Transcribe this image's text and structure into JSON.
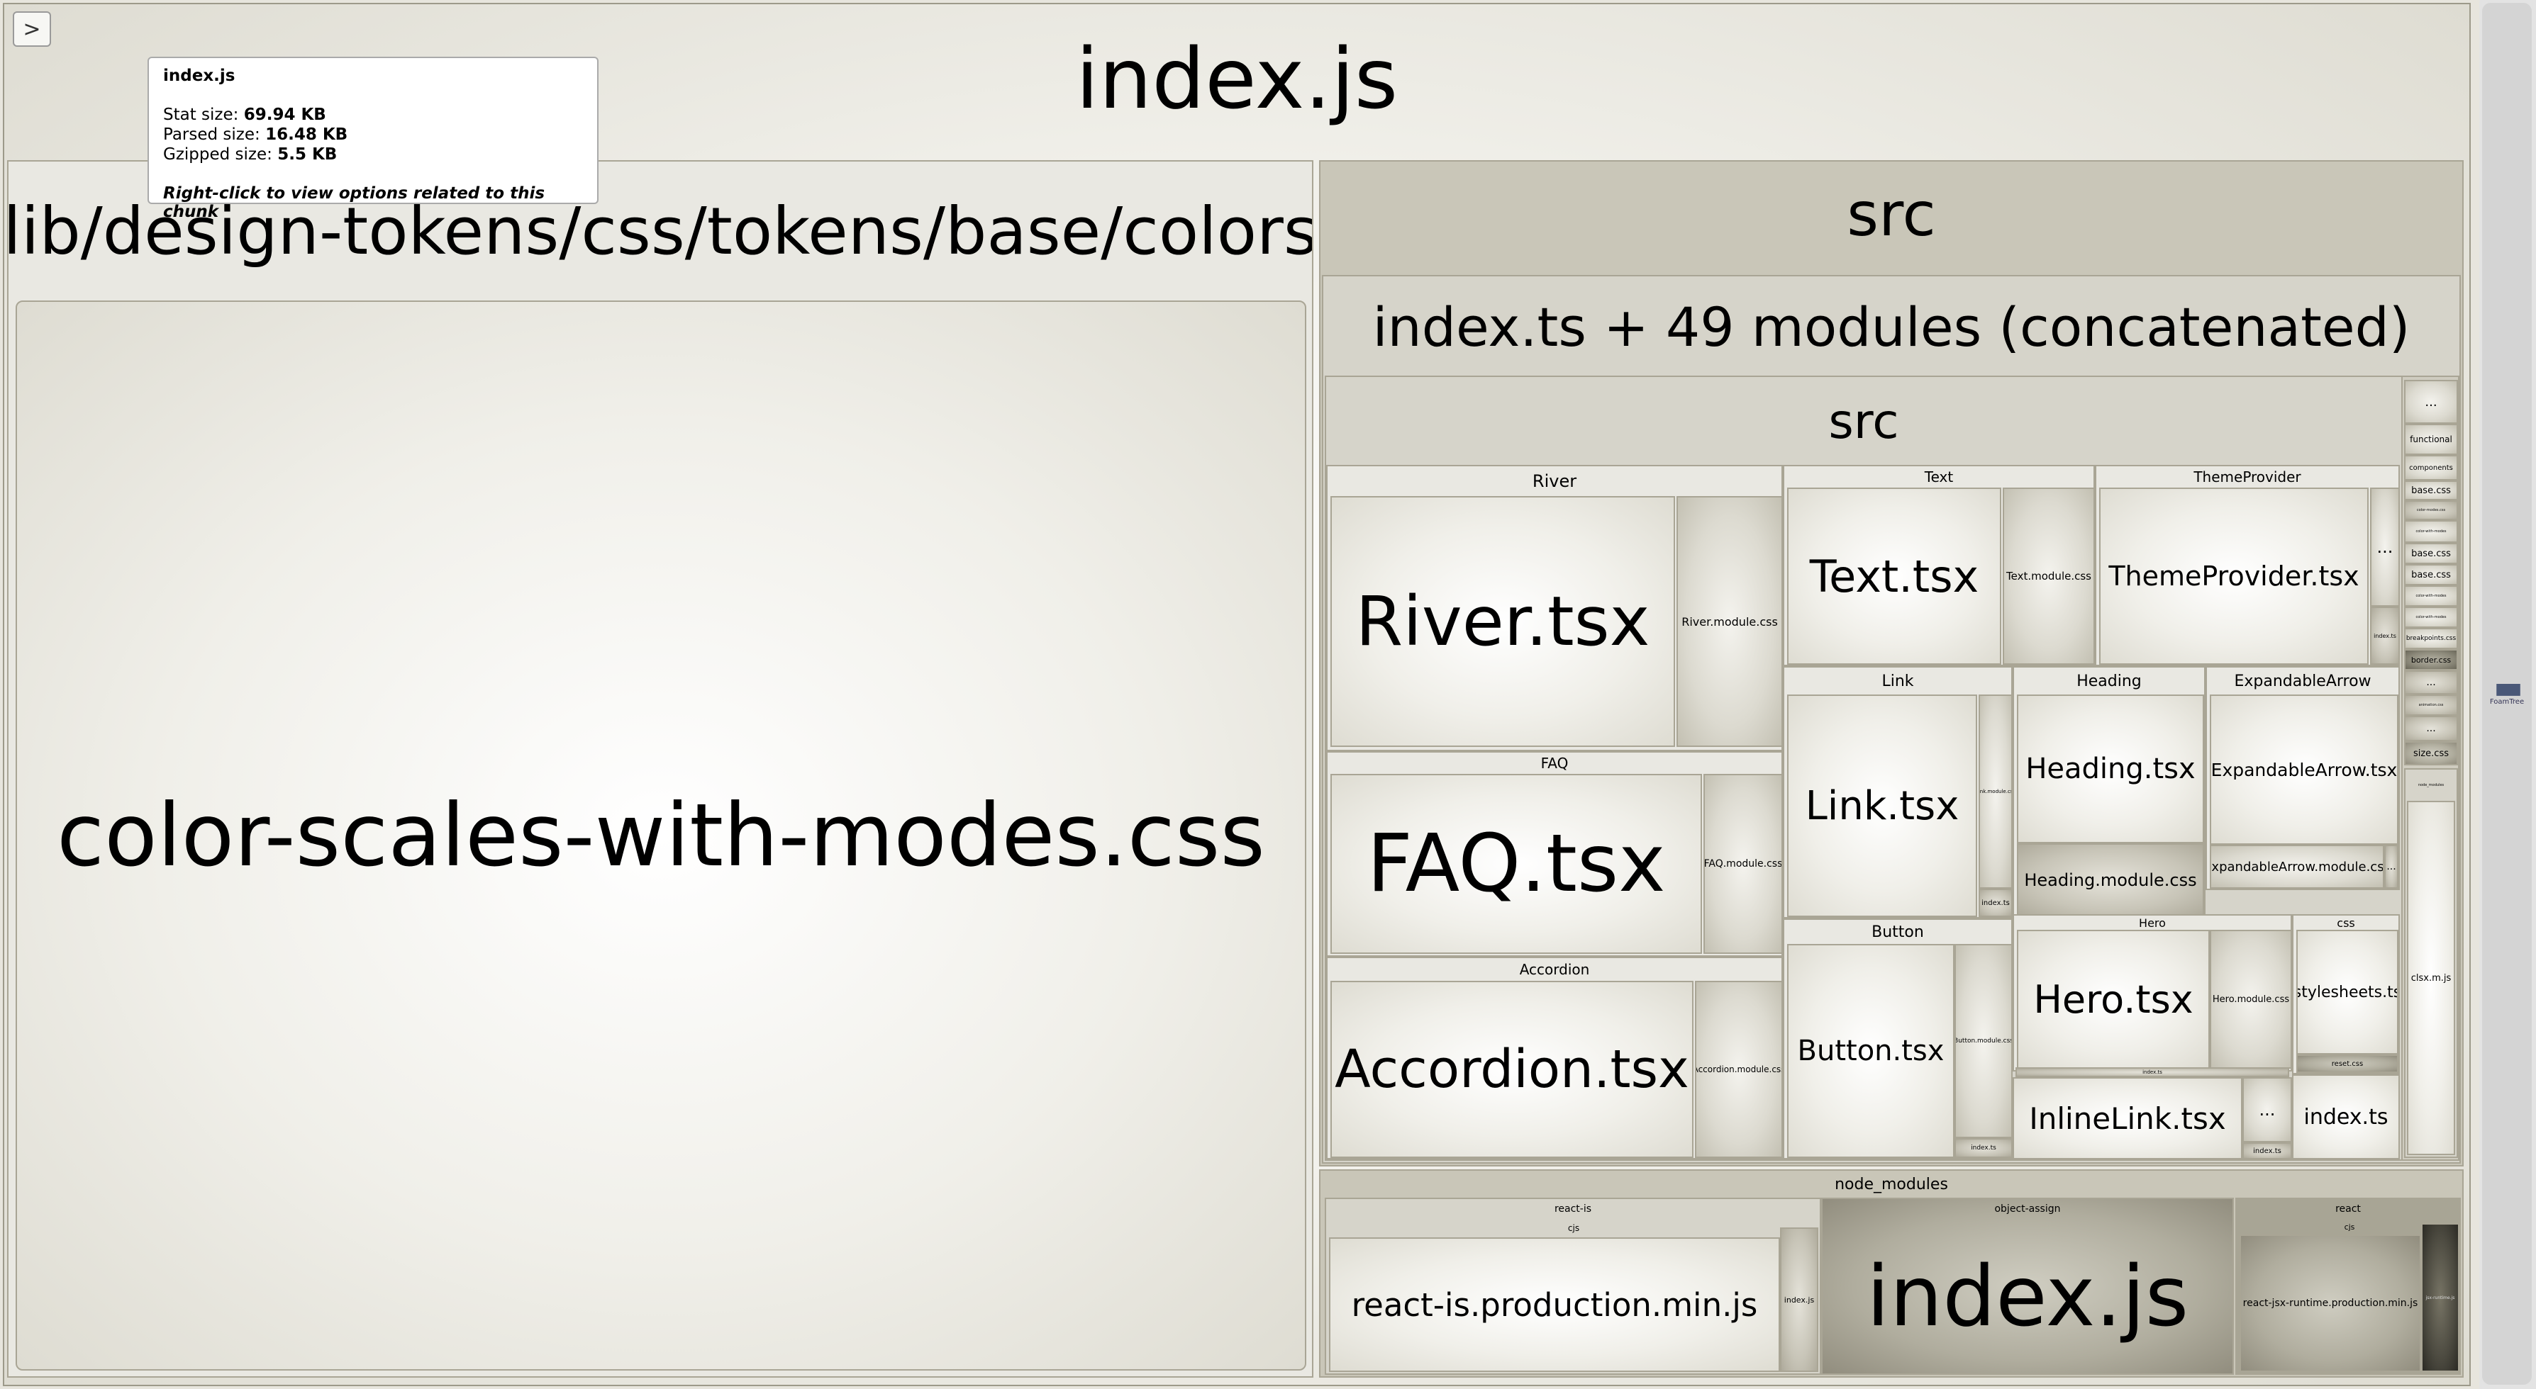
{
  "sidebar_toggle": {
    "icon": "chevron-right-icon",
    "glyph": ">"
  },
  "root": {
    "title": "index.js"
  },
  "tooltip": {
    "title": "index.js",
    "stat_label": "Stat size:",
    "stat_value": "69.94 KB",
    "parsed_label": "Parsed size:",
    "parsed_value": "16.48 KB",
    "gzip_label": "Gzipped size:",
    "gzip_value": "5.5 KB",
    "hint": "Right-click to view options related to this chunk"
  },
  "left_group": {
    "title": "lib/design-tokens/css/tokens/base/colors",
    "file": "color-scales-with-modes.css"
  },
  "src": {
    "title": "src",
    "concat_title": "index.ts + 49 modules (concatenated)",
    "inner_title": "src",
    "river": {
      "title": "River",
      "main": "River.tsx",
      "css": "River.module.css"
    },
    "faq": {
      "title": "FAQ",
      "main": "FAQ.tsx",
      "css": "FAQ.module.css"
    },
    "accordion": {
      "title": "Accordion",
      "main": "Accordion.tsx",
      "css": "Accordion.module.css"
    },
    "text": {
      "title": "Text",
      "main": "Text.tsx",
      "css": "Text.module.css"
    },
    "theme": {
      "title": "ThemeProvider",
      "main": "ThemeProvider.tsx",
      "more": "...",
      "small": "index.ts"
    },
    "link": {
      "title": "Link",
      "main": "Link.tsx",
      "css": "Link.module.css",
      "small": "index.ts"
    },
    "heading": {
      "title": "Heading",
      "main": "Heading.tsx",
      "css": "Heading.module.css"
    },
    "expandable": {
      "title": "ExpandableArrow",
      "main": "ExpandableArrow.tsx",
      "css": "ExpandableArrow.module.css",
      "more": "..."
    },
    "button": {
      "title": "Button",
      "main": "Button.tsx",
      "css": "Button.module.css",
      "small": "index.ts"
    },
    "hero": {
      "title": "Hero",
      "main": "Hero.tsx",
      "css": "Hero.module.css",
      "small": "index.ts"
    },
    "css": {
      "title": "css",
      "main": "stylesheets.ts",
      "small": "reset.css"
    },
    "inline": {
      "main": "InlineLink.tsx",
      "more": "...",
      "small": "index.ts"
    },
    "index_ts": "index.ts",
    "right_col": [
      "...",
      "functional",
      "components",
      "base.css",
      "color-modes.css",
      "color-with-modes",
      "base.css",
      "base.css",
      "color-with-modes",
      "color-with-modes",
      "breakpoints.css",
      "border.css",
      "...",
      "animation.css",
      "...",
      "size.css",
      "node_modules"
    ],
    "clsx": "clsx.m.js"
  },
  "node_modules": {
    "title": "node_modules",
    "react_is": {
      "title": "react-is",
      "cjs": "cjs",
      "main": "react-is.production.min.js",
      "small": "index.js"
    },
    "object_assign": {
      "title": "object-assign",
      "main": "index.js"
    },
    "react": {
      "title": "react",
      "cjs": "cjs",
      "main": "react-jsx-runtime.production.min.js",
      "small": "jsx-runtime.js"
    }
  },
  "side_logo": {
    "icon": "foamtree-logo-icon",
    "label": "FoamTree"
  }
}
